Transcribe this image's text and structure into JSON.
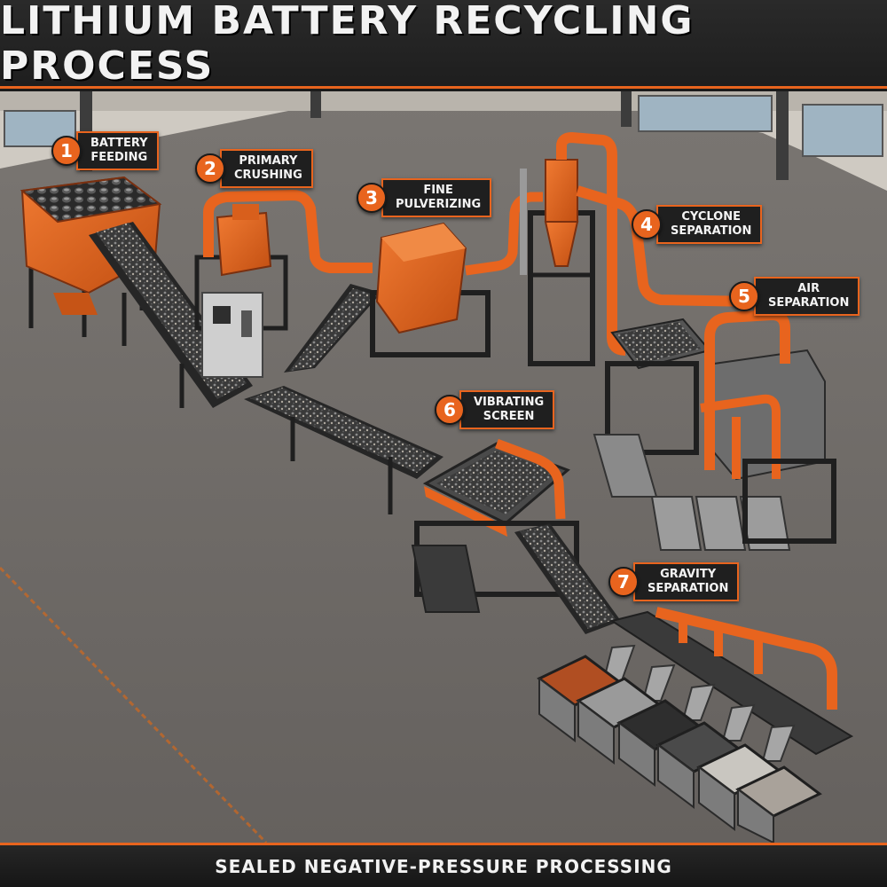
{
  "title": "LITHIUM BATTERY RECYCLING PROCESS",
  "footer": "SEALED NEGATIVE-PRESSURE PROCESSING",
  "steps": [
    {
      "number": "1",
      "label": "BATTERY\nFEEDING"
    },
    {
      "number": "2",
      "label": "PRIMARY\nCRUSHING"
    },
    {
      "number": "3",
      "label": "FINE\nPULVERIZING"
    },
    {
      "number": "4",
      "label": "CYCLONE\nSEPARATION"
    },
    {
      "number": "5",
      "label": "AIR\nSEPARATION"
    },
    {
      "number": "6",
      "label": "VIBRATING\nSCREEN"
    },
    {
      "number": "7",
      "label": "GRAVITY\nSEPARATION"
    }
  ],
  "colors": {
    "accent": "#e8641e",
    "floor": "#6f6b67",
    "steel": "#2b2b2b",
    "header": "#1e1e1e"
  }
}
